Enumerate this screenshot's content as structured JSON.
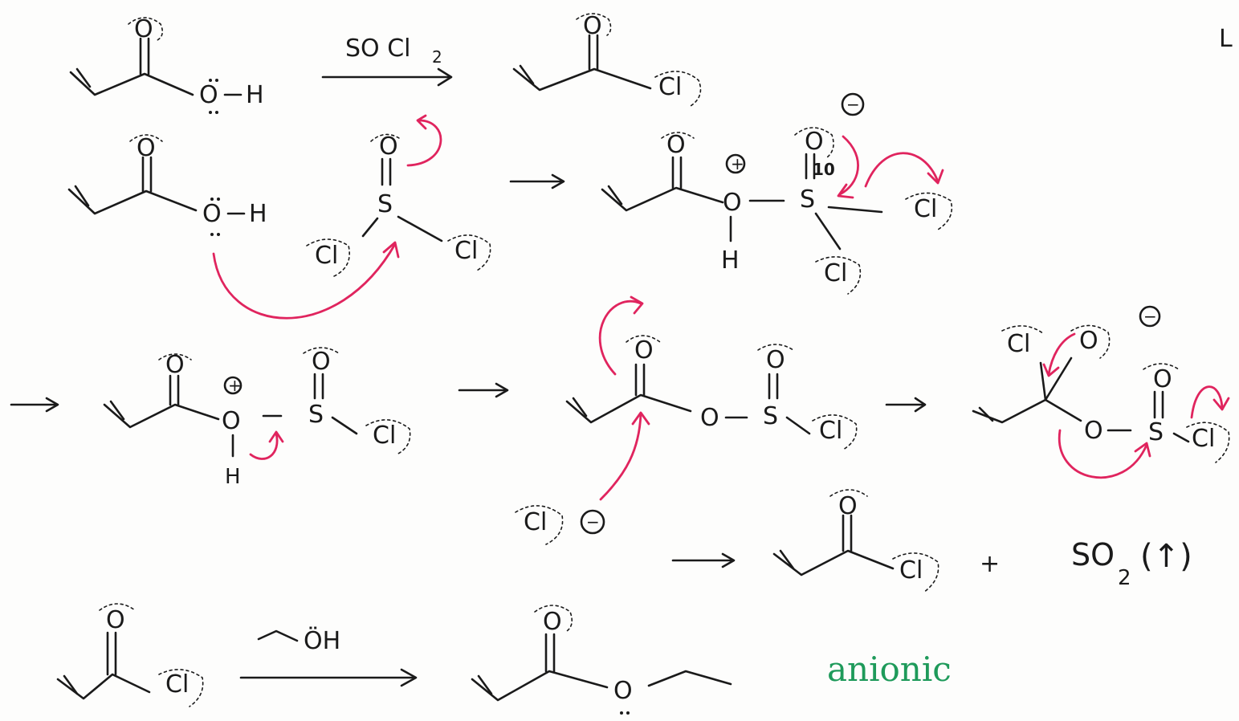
{
  "labels": {
    "reagent_socl2": "SO Cl",
    "reagent_socl2_sub": "2",
    "reagent_ethanol": "ÖH",
    "letter_corner": "L",
    "so2": "SO",
    "so2_sub": "2",
    "so2_gas": "(↑)",
    "plus": "+",
    "anionic": "anionic",
    "ten": "10"
  },
  "atoms": {
    "O": "O",
    "H": "H",
    "S": "S",
    "Cl": "Cl",
    "plus_charge": "+",
    "minus_charge": "−"
  },
  "colors": {
    "ink": "#1a1a1a",
    "arrow_red": "#e0245e",
    "note_green": "#1e9a5a"
  }
}
